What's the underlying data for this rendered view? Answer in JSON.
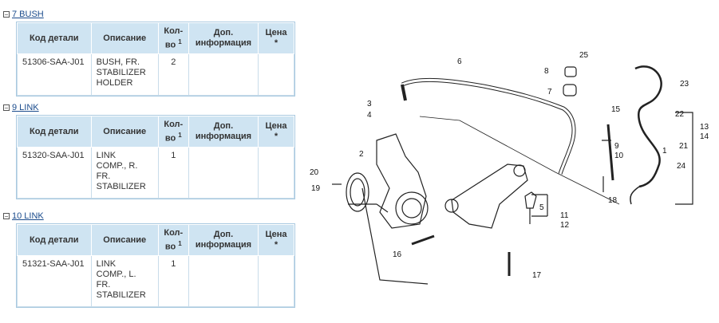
{
  "sections": [
    {
      "id": "7",
      "title": "7 BUSH",
      "headers": [
        "Код детали",
        "Описание",
        "Кол-во",
        "1",
        "Доп. информация",
        "Цена",
        "*"
      ],
      "rows": [
        {
          "code": "51306-SAA-J01",
          "desc_lines": [
            "BUSH, FR.",
            "STABILIZER",
            "HOLDER"
          ],
          "qty": "2",
          "info": "",
          "price": ""
        }
      ]
    },
    {
      "id": "9",
      "title": "9 LINK",
      "headers": [
        "Код детали",
        "Описание",
        "Кол-во",
        "1",
        "Доп. информация",
        "Цена",
        "*"
      ],
      "rows": [
        {
          "code": "51320-SAA-J01",
          "desc_lines": [
            "LINK",
            "COMP., R.",
            "FR.",
            "STABILIZER"
          ],
          "qty": "1",
          "info": "",
          "price": ""
        }
      ]
    },
    {
      "id": "10",
      "title": "10 LINK",
      "headers": [
        "Код детали",
        "Описание",
        "Кол-во",
        "1",
        "Доп. информация",
        "Цена",
        "*"
      ],
      "rows": [
        {
          "code": "51321-SAA-J01",
          "desc_lines": [
            "LINK",
            "COMP., L.",
            "FR.",
            "STABILIZER"
          ],
          "qty": "1",
          "info": "",
          "price": ""
        }
      ]
    }
  ],
  "diagram": {
    "callouts": [
      "1",
      "2",
      "3",
      "4",
      "5",
      "6",
      "7",
      "8",
      "9",
      "10",
      "11",
      "12",
      "13",
      "14",
      "15",
      "16",
      "17",
      "18",
      "19",
      "20",
      "21",
      "22",
      "23",
      "24",
      "25"
    ]
  },
  "colors": {
    "header_bg": "#cfe4f2",
    "link": "#1a4b8c",
    "border": "#a9c9e0"
  }
}
